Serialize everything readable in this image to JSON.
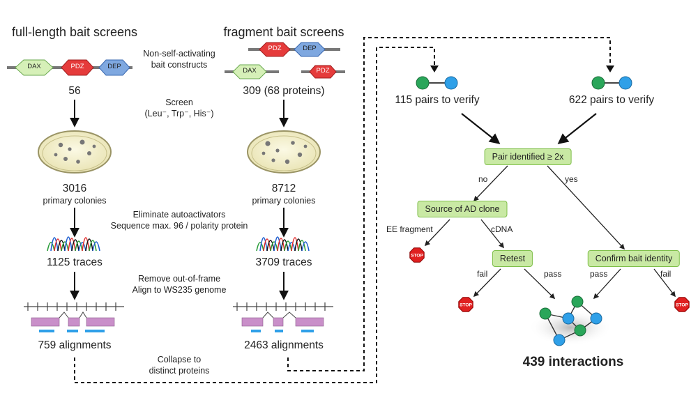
{
  "left": {
    "title": "full-length bait screens",
    "domains": [
      "DAX",
      "PDZ",
      "DEP"
    ],
    "count_baits": "56",
    "colonies_num": "3016",
    "colonies_label": "primary colonies",
    "traces": "1125 traces",
    "alignments": "759 alignments"
  },
  "right": {
    "title": "fragment bait screens",
    "domains_top": [
      "PDZ",
      "DEP"
    ],
    "domain_dax": "DAX",
    "domain_pdz": "PDZ",
    "count_baits": "309 (68 proteins)",
    "colonies_num": "8712",
    "colonies_label": "primary colonies",
    "traces": "3709 traces",
    "alignments": "2463 alignments"
  },
  "steps": {
    "construct_1": "Non-self-activating",
    "construct_2": "bait constructs",
    "screen_1": "Screen",
    "screen_2": "(Leu⁻, Trp⁻, His⁻)",
    "elim_1": "Eliminate autoactivators",
    "elim_2": "Sequence max. 96 / polarity protein",
    "remove_1": "Remove out-of-frame",
    "remove_2": "Align to WS235 genome",
    "collapse_1": "Collapse to",
    "collapse_2": "distinct proteins"
  },
  "flow": {
    "pairs_left": "115 pairs to verify",
    "pairs_right": "622 pairs to verify",
    "pair_identified": "Pair identified ≥ 2x",
    "no": "no",
    "yes": "yes",
    "source": "Source of AD clone",
    "ee_fragment": "EE fragment",
    "cdna": "cDNA",
    "retest": "Retest",
    "confirm": "Confirm bait identity",
    "fail": "fail",
    "pass": "pass",
    "stop": "STOP",
    "result": "439 interactions"
  },
  "colors": {
    "dax": "#d6f0b8",
    "pdz": "#e53b3b",
    "dep": "#7fa8e0",
    "green_node": "#2aa65a",
    "blue_node": "#2fa0e8",
    "box_fill": "#c9e9a4",
    "stop_red": "#e02020",
    "plate": "#f3f0cf",
    "exon": "#c98fc9",
    "read": "#2fa0e8"
  }
}
